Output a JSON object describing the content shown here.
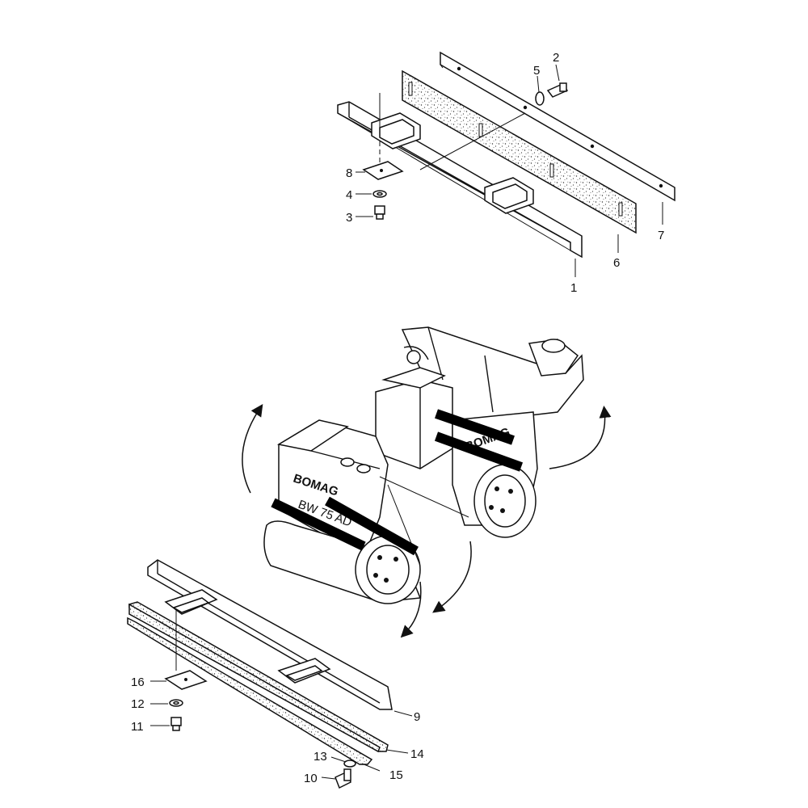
{
  "callouts": {
    "c1": "1",
    "c2": "2",
    "c3": "3",
    "c4": "4",
    "c5": "5",
    "c6": "6",
    "c7": "7",
    "c8": "8",
    "c9": "9",
    "c10": "10",
    "c11": "11",
    "c12": "12",
    "c13": "13",
    "c14": "14",
    "c15": "15",
    "c16": "16"
  },
  "machine_text": {
    "brand_front": "BOMAG",
    "brand_rear": "BOMAG",
    "model": "BW 75 AD"
  }
}
